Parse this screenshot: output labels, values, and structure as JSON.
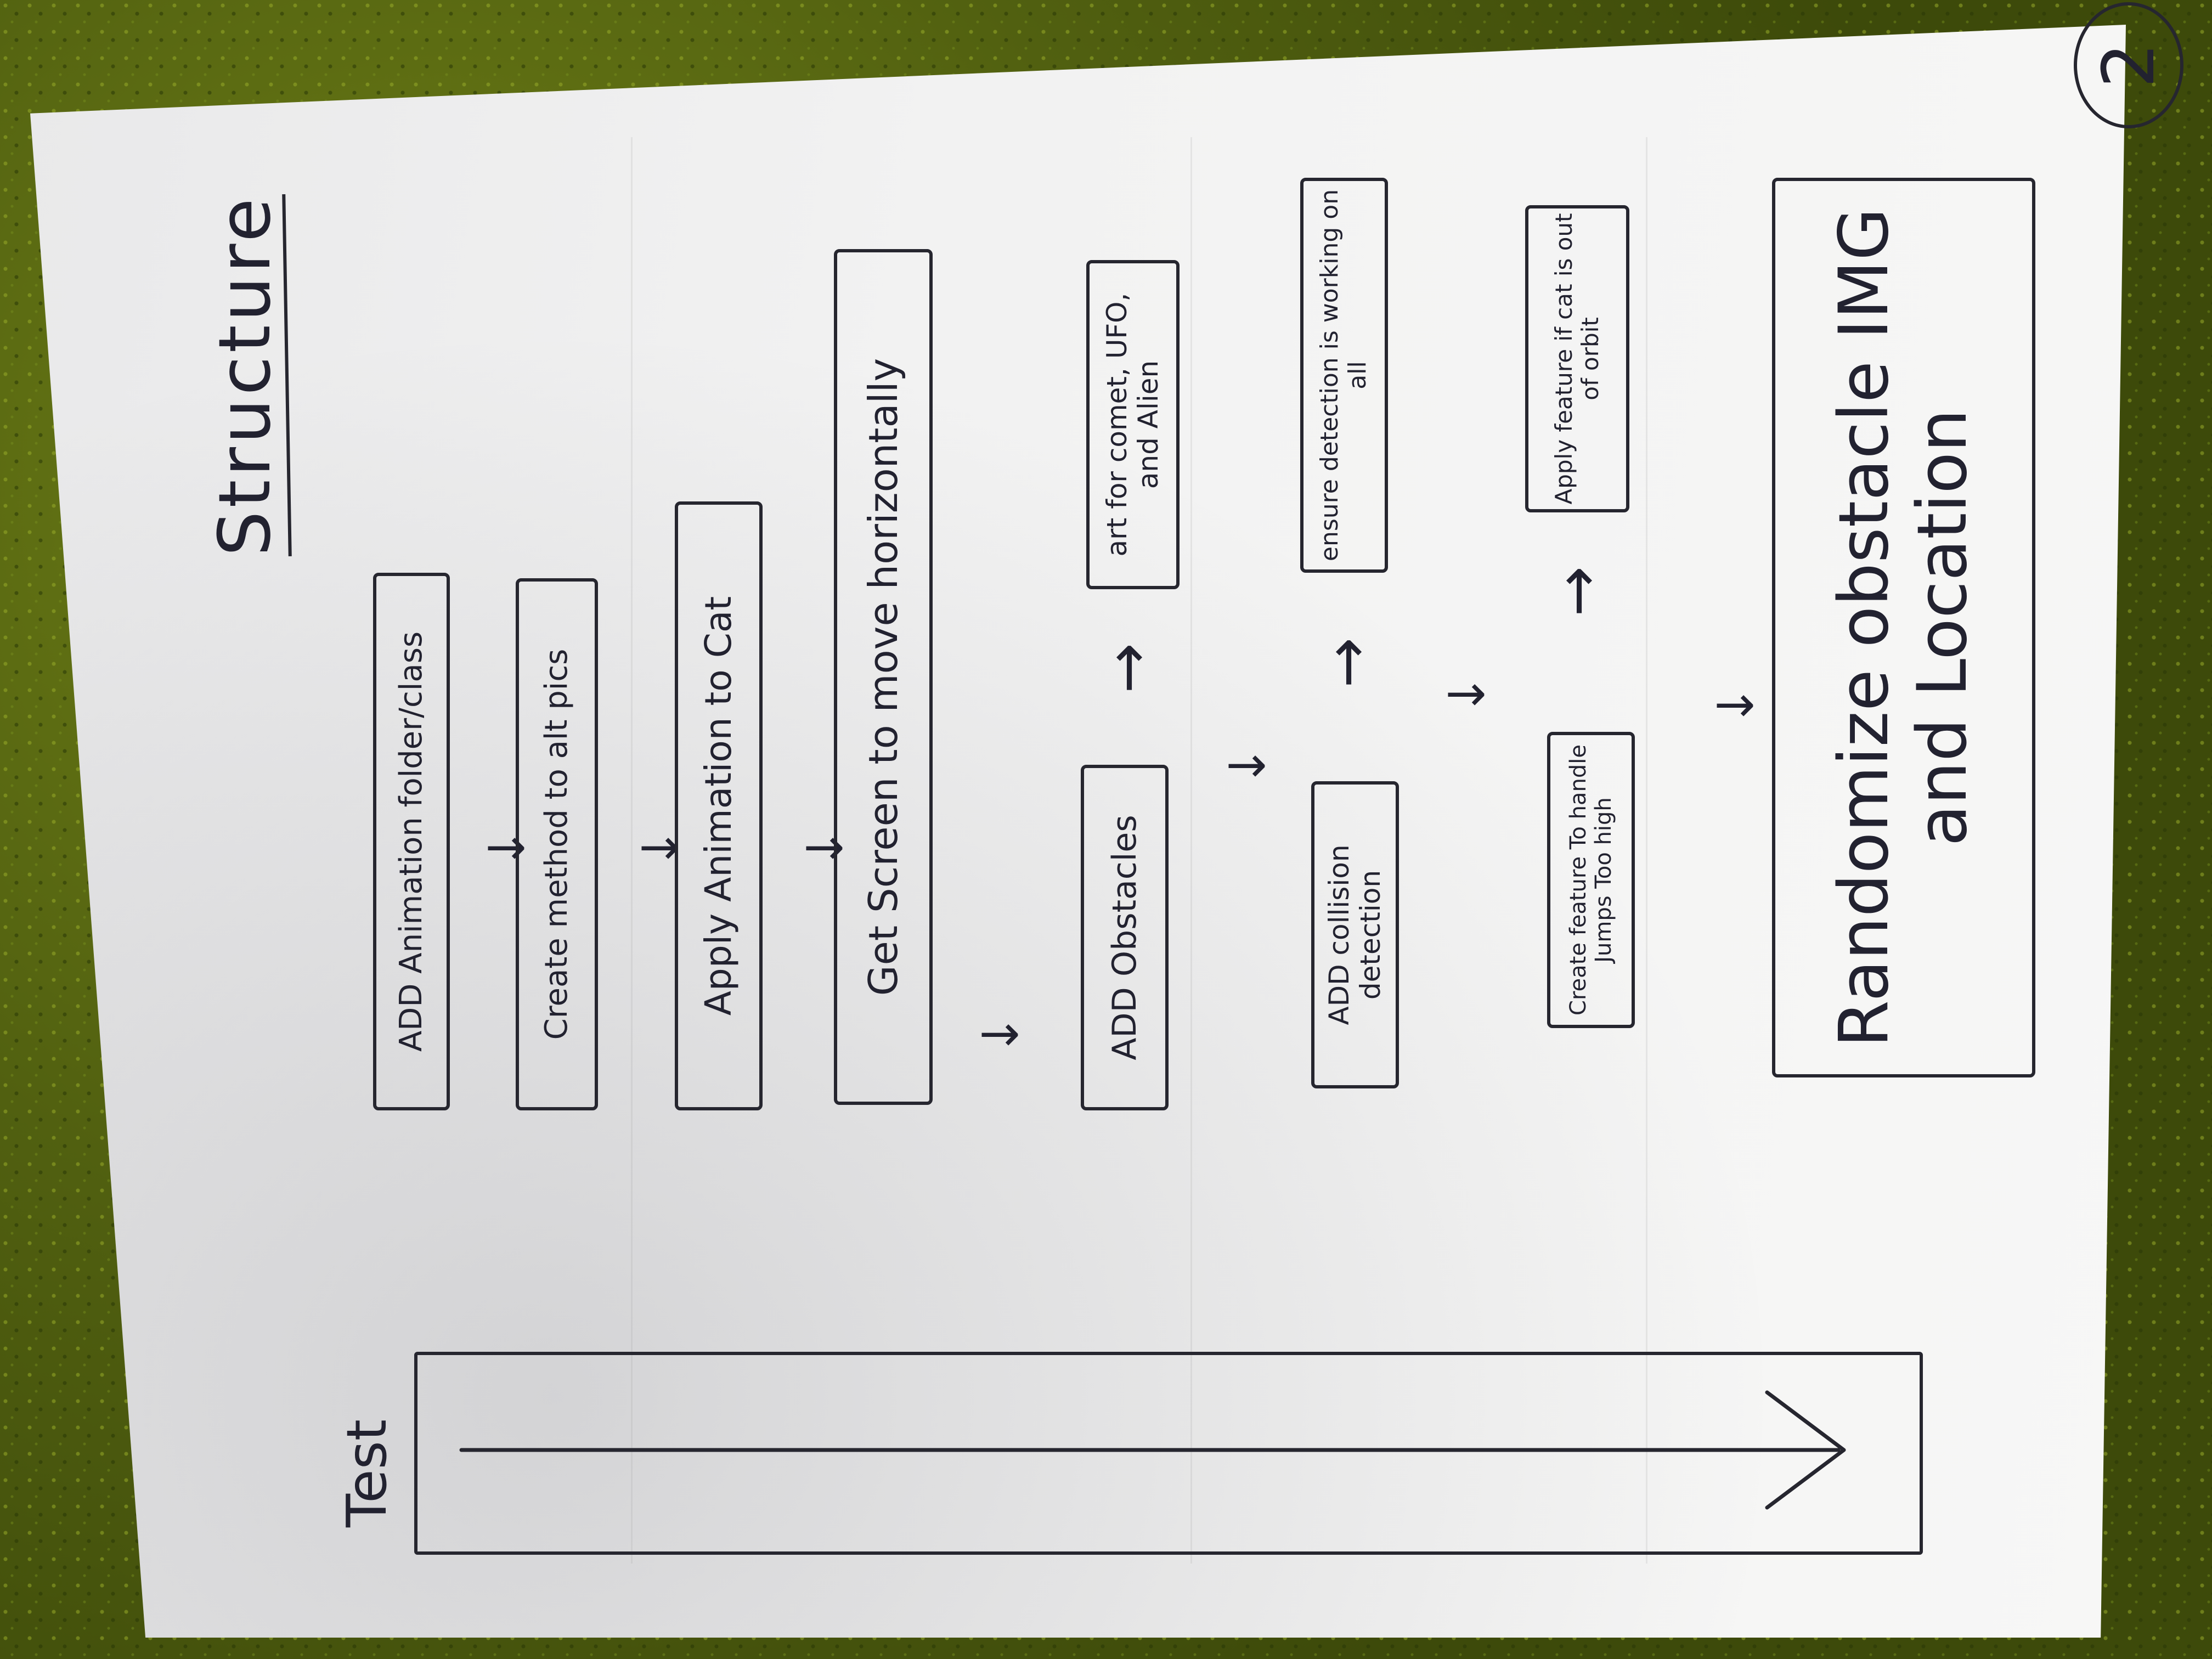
{
  "page_title": "Structure",
  "page_number": "2",
  "test_section": {
    "label": "Test"
  },
  "flow": {
    "main_column": [
      "ADD Animation folder/class",
      "Create method to alt pics",
      "Apply Animation to Cat",
      "Get Screen to move horizontally",
      "ADD Obstacles",
      "ADD collision detection",
      "Create feature To handle Jumps Too high",
      "Randomize obstacle IMG and Location"
    ],
    "side_boxes": [
      "art for comet, UFO, and Alien",
      "ensure detection is working on all",
      "Apply feature if cat is out of orbit"
    ]
  },
  "colors": {
    "ink": "#26262f",
    "paper": "#f2f2f2",
    "carpet": "#556410"
  }
}
